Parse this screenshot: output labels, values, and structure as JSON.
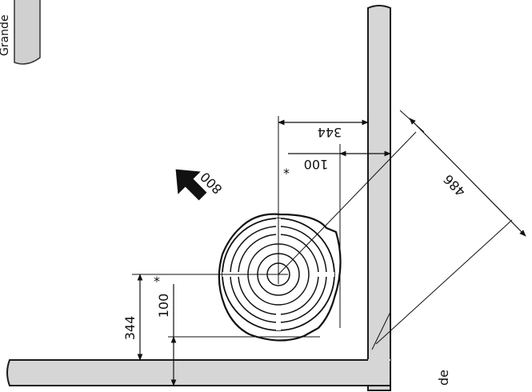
{
  "diagram": {
    "dimensions": {
      "top_width": "344",
      "top_offset": "100",
      "left_height": "344",
      "left_offset": "100",
      "diagonal": "486",
      "asterisk": "*"
    },
    "airflow": {
      "label": "800",
      "icon": "arrow-icon"
    },
    "partial_labels": {
      "bottom_right": "de",
      "top_left": "Grande"
    }
  }
}
